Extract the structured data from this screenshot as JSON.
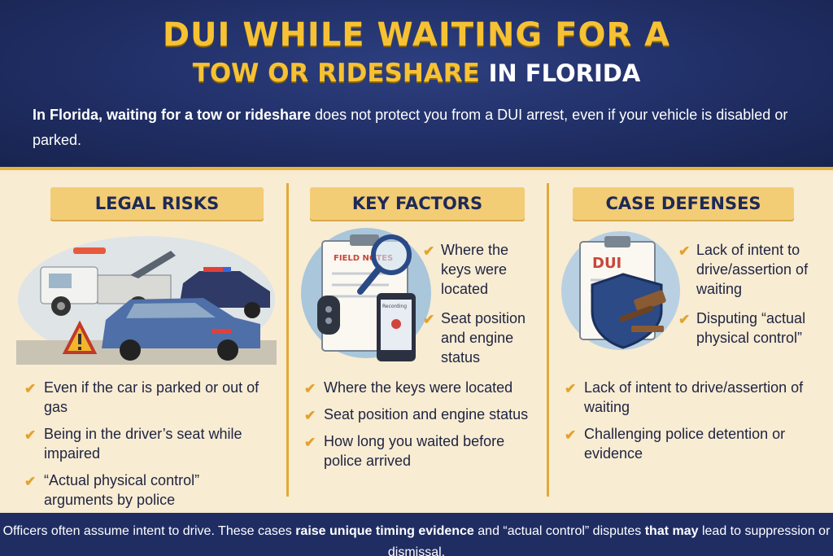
{
  "header": {
    "title_line1": "DUI WHILE WAITING FOR A",
    "title_line2_gold": "TOW OR RIDESHARE",
    "title_line2_white": "IN FLORIDA",
    "intro_bold": "In Florida, waiting for a tow or rideshare",
    "intro_rest": " does not protect you from a DUI arrest, even if your vehicle is disabled or parked."
  },
  "columns": {
    "legal_risks": {
      "heading": "LEGAL RISKS",
      "bullets": [
        "Even if the car is parked or out of gas",
        "Being in the driver’s seat while impaired",
        "“Actual physical control” arguments by police"
      ]
    },
    "key_factors": {
      "heading": "KEY FACTORS",
      "illustration_label": "FIELD NOTES",
      "phone_label": "Recording",
      "side_items": [
        "Where the keys were located",
        "Seat position and engine status"
      ],
      "bullets": [
        "Where the keys were located",
        "Seat position and engine status",
        "How long you waited before police arrived"
      ]
    },
    "case_defenses": {
      "heading": "CASE DEFENSES",
      "illustration_label": "DUI",
      "side_items": [
        "Lack of intent to drive/assertion of waiting",
        "Disputing “actual physical control”"
      ],
      "bullets": [
        "Lack of intent to drive/assertion of waiting",
        "Challenging police detention or evidence"
      ]
    }
  },
  "footer": {
    "part1": "Officers often assume intent to drive. These cases ",
    "bold1": "raise unique timing evidence",
    "part2": " and “actual control” disputes ",
    "bold2": "that may",
    "part3": " lead to suppression or dismissal."
  },
  "colors": {
    "navy": "#1f2d63",
    "gold": "#f6c234",
    "banner": "#f3cc76",
    "panel": "#f8ecd3",
    "check": "#e4a22b"
  }
}
